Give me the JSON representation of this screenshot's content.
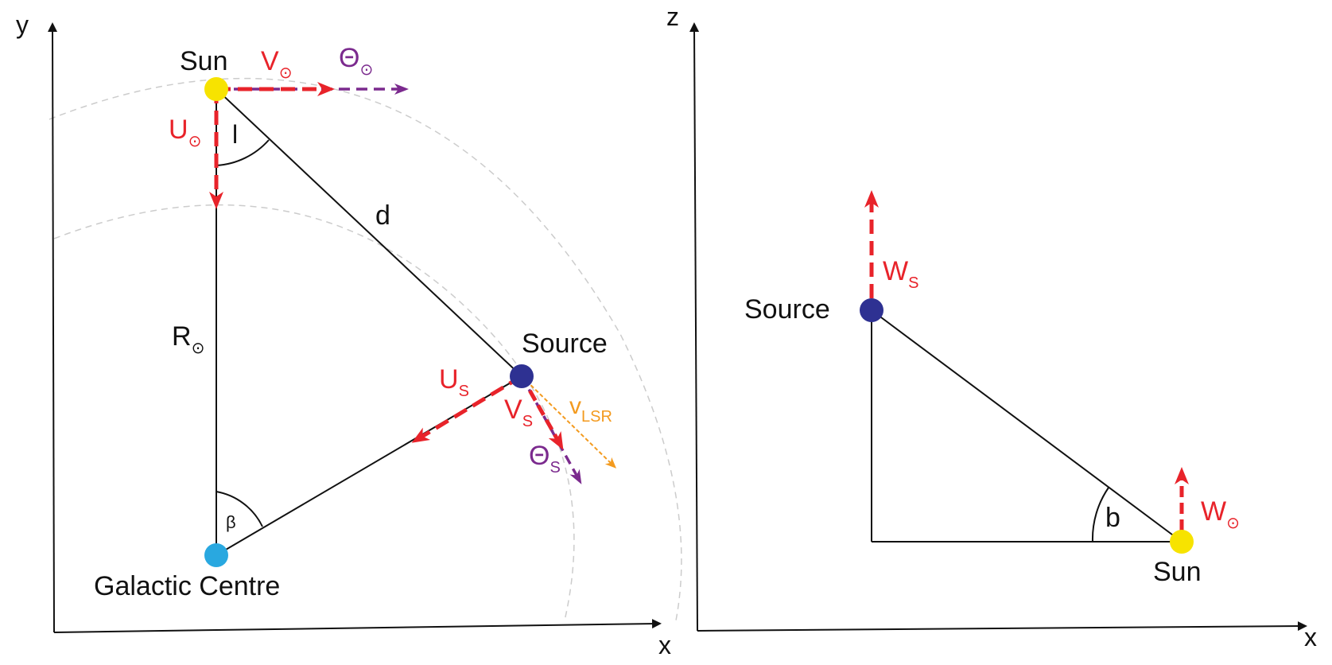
{
  "left_panel": {
    "axes": {
      "y": "y",
      "x": "x"
    },
    "points": {
      "sun": "Sun",
      "source": "Source",
      "galactic_centre": "Galactic Centre"
    },
    "labels": {
      "angle_l": "l",
      "distance_d": "d",
      "r_sun_main": "R",
      "r_sun_sub": "⊙",
      "angle_beta": "β"
    },
    "vectors": {
      "v_sun": {
        "main": "V",
        "sub": "⊙"
      },
      "theta_sun": {
        "main": "Θ",
        "sub": "⊙"
      },
      "u_sun": {
        "main": "U",
        "sub": "⊙"
      },
      "u_s": {
        "main": "U",
        "sub": "S"
      },
      "v_s": {
        "main": "V",
        "sub": "S"
      },
      "v_lsr": {
        "main": "v",
        "sub": "LSR"
      },
      "theta_s": {
        "main": "Θ",
        "sub": "S"
      }
    }
  },
  "right_panel": {
    "axes": {
      "z": "z",
      "x": "x"
    },
    "points": {
      "source": "Source",
      "sun": "Sun"
    },
    "labels": {
      "angle_b": "b"
    },
    "vectors": {
      "w_s": {
        "main": "W",
        "sub": "S"
      },
      "w_sun": {
        "main": "W",
        "sub": "⊙"
      }
    }
  },
  "colors": {
    "sun": "#f7e300",
    "source": "#2e3192",
    "galactic_centre": "#29a8e0",
    "red_vector": "#e8232a",
    "purple_vector": "#7b2a8e",
    "orange_vector": "#f39a1e",
    "orbit": "#cccccc"
  }
}
